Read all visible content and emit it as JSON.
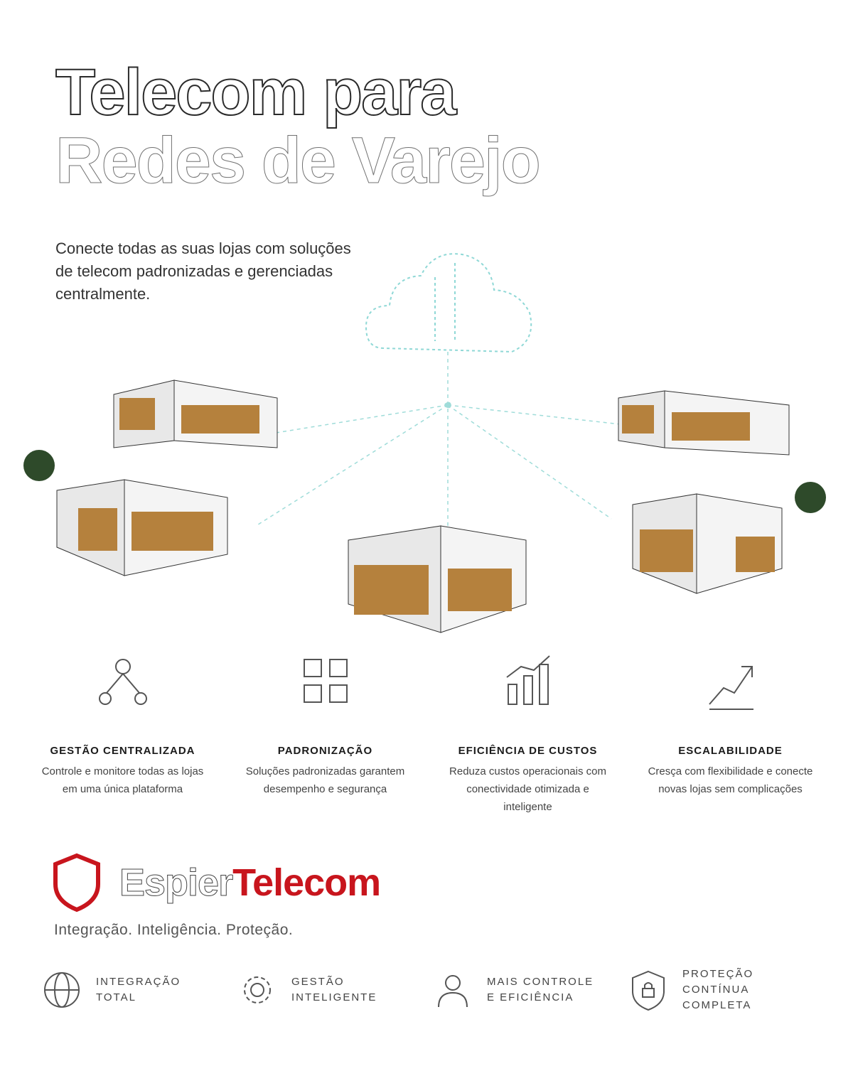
{
  "hero": {
    "title_line1": "Telecom para",
    "title_line2": "Redes de Varejo",
    "subtitle": "Conecte todas as suas lojas com soluções de telecom padronizadas e gerenciadas centralmente."
  },
  "features": [
    {
      "icon": "network-icon",
      "title": "GESTÃO CENTRALIZADA",
      "description": "Controle e monitore todas as lojas em uma única plataforma"
    },
    {
      "icon": "standardization-icon",
      "title": "PADRONIZAÇÃO",
      "description": "Soluções padronizadas garantem desempenho e segurança"
    },
    {
      "icon": "cost-efficiency-icon",
      "title": "EFICIÊNCIA DE CUSTOS",
      "description": "Reduza custos operacionais com conectividade otimizada e inteligente"
    },
    {
      "icon": "scalability-icon",
      "title": "ESCALABILIDADE",
      "description": "Cresça com flexibilidade e conecte novas lojas sem complicações"
    }
  ],
  "brand": {
    "name_part1": "Espier",
    "name_part2": "Telecom",
    "tagline": "Integração. Inteligência. Proteção.",
    "accent_color": "#c8151d"
  },
  "badges": [
    {
      "icon": "globe-icon",
      "line1": "INTEGRAÇÃO",
      "line2": "TOTAL"
    },
    {
      "icon": "gear-icon",
      "line1": "GESTÃO",
      "line2": "INTELIGENTE"
    },
    {
      "icon": "user-control-icon",
      "line1": "MAIS CONTROLE",
      "line2": "E EFICIÊNCIA"
    },
    {
      "icon": "shield-lock-icon",
      "line1": "PROTEÇÃO CONTÍNUA",
      "line2": "COMPLETA"
    }
  ]
}
